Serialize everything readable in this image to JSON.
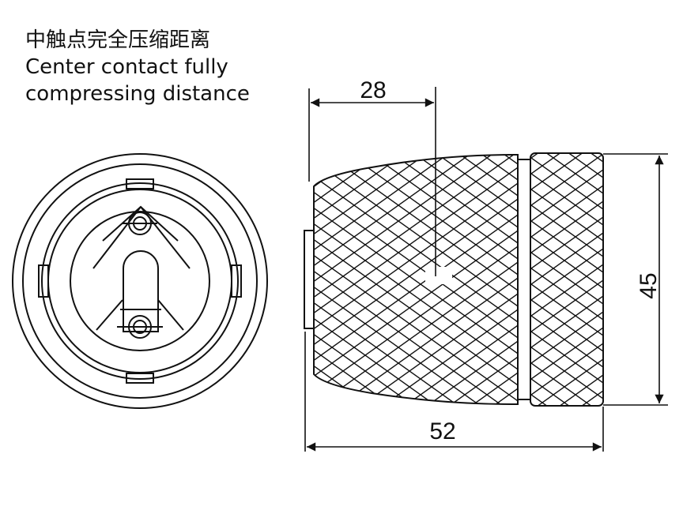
{
  "annotation": {
    "line_zh": "中触点完全压缩距离",
    "line_en_1": "Center contact fully",
    "line_en_2": "compressing distance"
  },
  "dimensions": {
    "compression_distance": "28",
    "overall_length": "52",
    "outer_diameter": "45"
  },
  "colors": {
    "stroke": "#111111",
    "background": "#ffffff"
  }
}
